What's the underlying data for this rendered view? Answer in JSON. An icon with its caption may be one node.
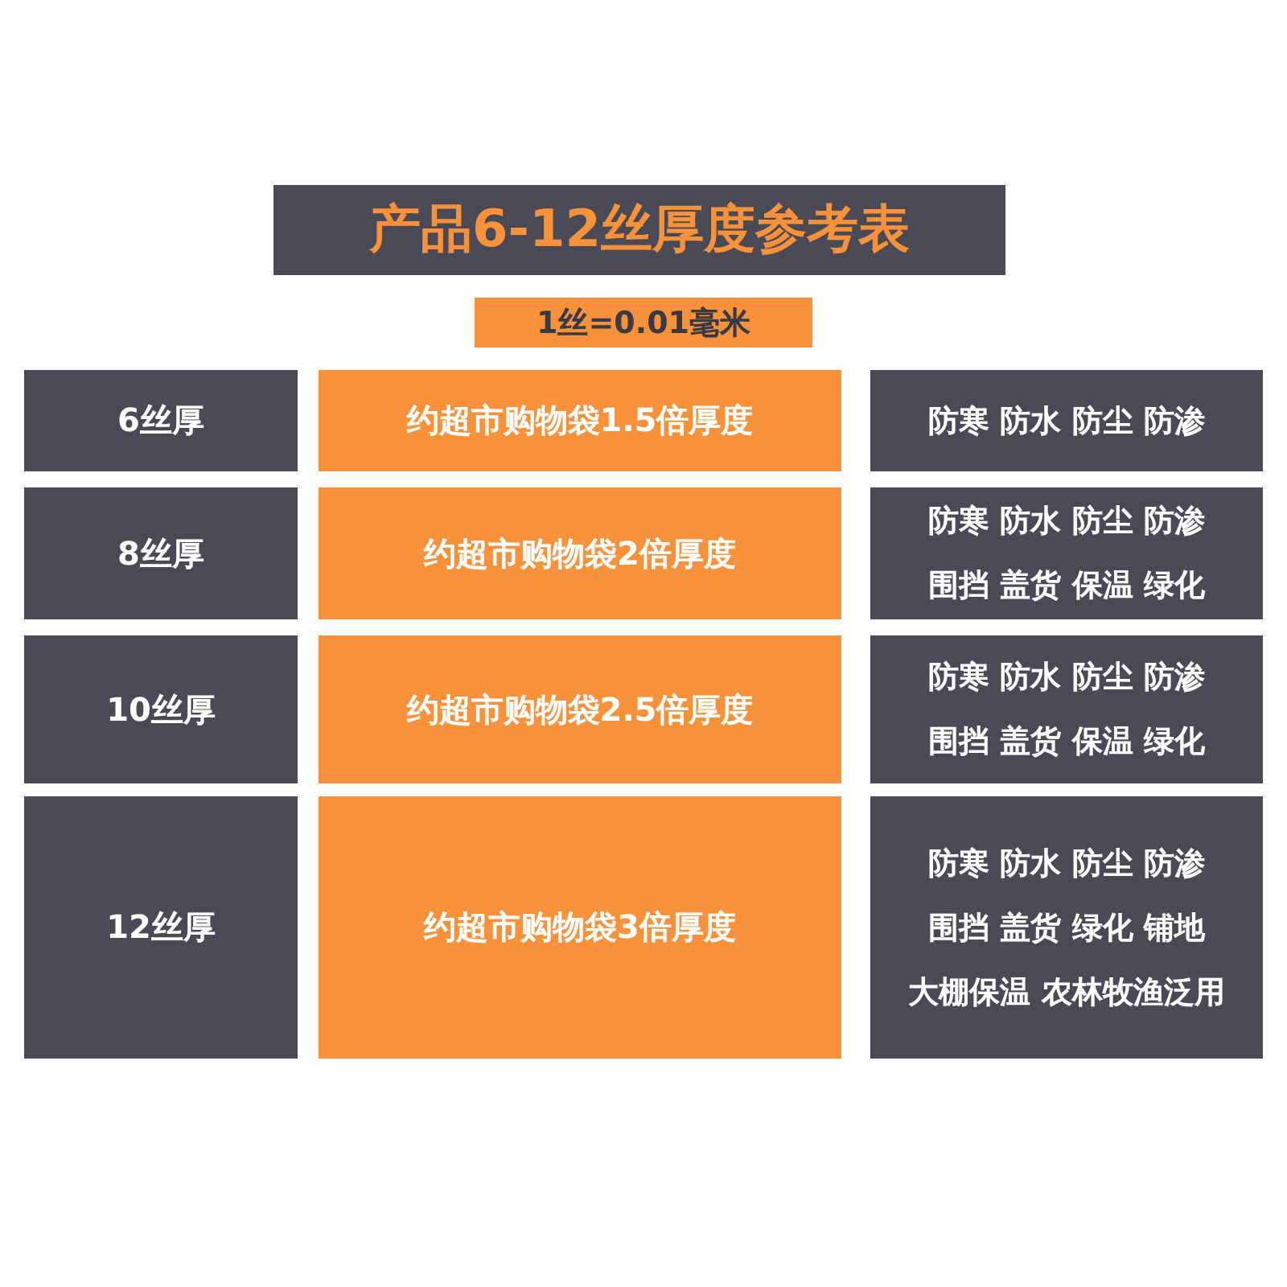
{
  "diagram": {
    "title": "产品6-12丝厚度参考表",
    "labels": [
      "1丝=0.01毫米",
      "6丝厚",
      "约超市购物袋1.5倍厚度",
      "防寒 防水 防尘 防渗",
      "8丝厚",
      "约超市购物袋2倍厚度",
      "防寒 防水 防尘 防渗",
      "围挡 盖货 保温 绿化",
      "10丝厚",
      "约超市购物袋2.5倍厚度",
      "防寒 防水 防尘 防渗",
      "围挡 盖货 保温 绿化",
      "12丝厚",
      "约超市购物袋3倍厚度",
      "防寒 防水 防尘 防渗",
      "围挡 盖货 绿化 铺地",
      "大棚保温 农林牧渔泛用"
    ]
  }
}
